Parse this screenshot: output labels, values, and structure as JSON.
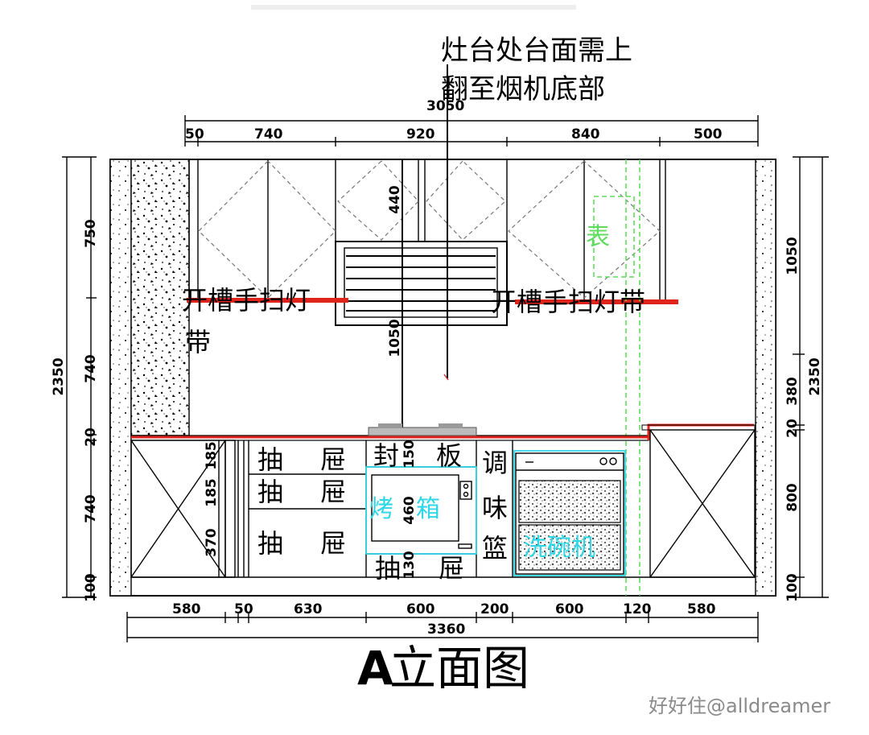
{
  "notes": {
    "hob_line1": "灶台处台面需上",
    "hob_line2": "翻至烟机底部",
    "groove_left_1": "开槽手扫灯",
    "groove_left_2": "带",
    "groove_right": "开槽手扫灯带"
  },
  "fronts": {
    "drawer": "抽",
    "drawer2": "屉",
    "seal": "封",
    "board": "板",
    "spice1": "调",
    "spice2": "味",
    "spice3": "篮"
  },
  "appliances": {
    "oven1": "烤",
    "oven2": "箱",
    "dishwasher": "洗碗机",
    "cabinet_note": "表"
  },
  "dims_top": {
    "total": "3050",
    "a": "50",
    "b": "740",
    "c": "920",
    "d": "840",
    "e": "500"
  },
  "dims_bottom": {
    "a": "580",
    "b": "50",
    "c": "630",
    "d": "600",
    "e": "200",
    "f": "600",
    "g": "120",
    "h": "580",
    "total": "3360"
  },
  "dims_left": {
    "total": "2350",
    "upper": "750",
    "mid": "740",
    "top": "20",
    "base": "740",
    "plinth": "100"
  },
  "dims_right": {
    "upper": "1050",
    "mid": "380",
    "top": "20",
    "base": "800",
    "plinth": "100",
    "total": "2350"
  },
  "dims_inner": {
    "hood": "440",
    "hood_to_hob": "1050",
    "d1": "185",
    "d2": "185",
    "d3": "370",
    "seal_h": "150",
    "oven_h": "460",
    "bottom_h": "130"
  },
  "title": {
    "latin": "A",
    "zh": "立面图"
  },
  "watermark": "好好住@alldreamer",
  "colors": {
    "red": "#e0241b",
    "cyan": "#2fd6e6",
    "green": "#5fdc5f",
    "line": "#000000"
  }
}
